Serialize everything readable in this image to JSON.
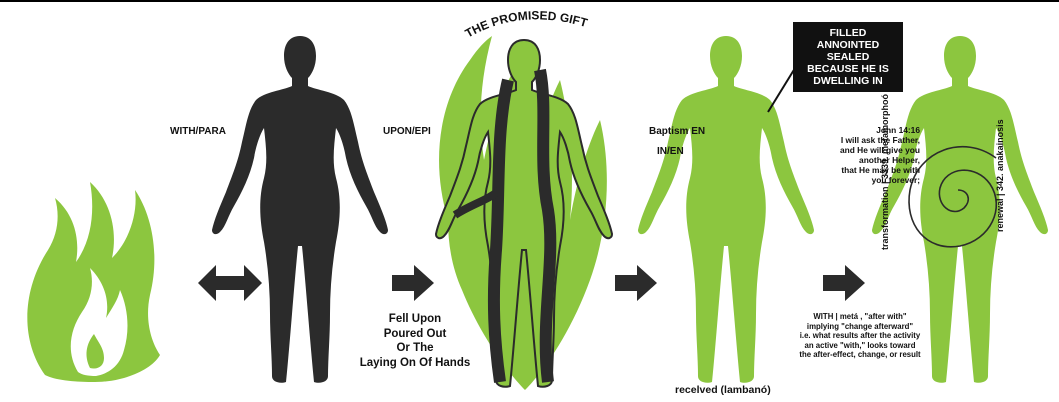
{
  "title": "THE PROMISED GIFT",
  "labels": {
    "with_para": "WITH/PARA",
    "upon_epi": "UPON/EPI",
    "baptism_en": "Baptism EN",
    "in_en": "IN/EN"
  },
  "callout_lines": [
    "FILLED",
    "ANNOINTED",
    "SEALED",
    "BECAUSE HE IS",
    "DWELLING IN"
  ],
  "fell_upon_lines": [
    "Fell Upon",
    "Poured Out",
    "Or The",
    "Laying On Of Hands"
  ],
  "received": "recelved (lambanó)",
  "john_lines": [
    "John 14:16",
    "I will ask the Father,",
    "and He will give you",
    "another Helper,",
    "that He may be with",
    "you forever;"
  ],
  "meta_lines": [
    "WITH | metá , \"after with\"",
    "implying \"change afterward\"",
    "i.e. what results after the activity",
    "an active \"with,\" looks toward",
    "the after-effect, change, or result"
  ],
  "vertical_left": "transformation | 3339. metamorphoó",
  "vertical_right": "renewal | 342. anakainosis",
  "colors": {
    "green": "#8cc63f",
    "dark": "#2b2b2b",
    "black": "#000000"
  }
}
